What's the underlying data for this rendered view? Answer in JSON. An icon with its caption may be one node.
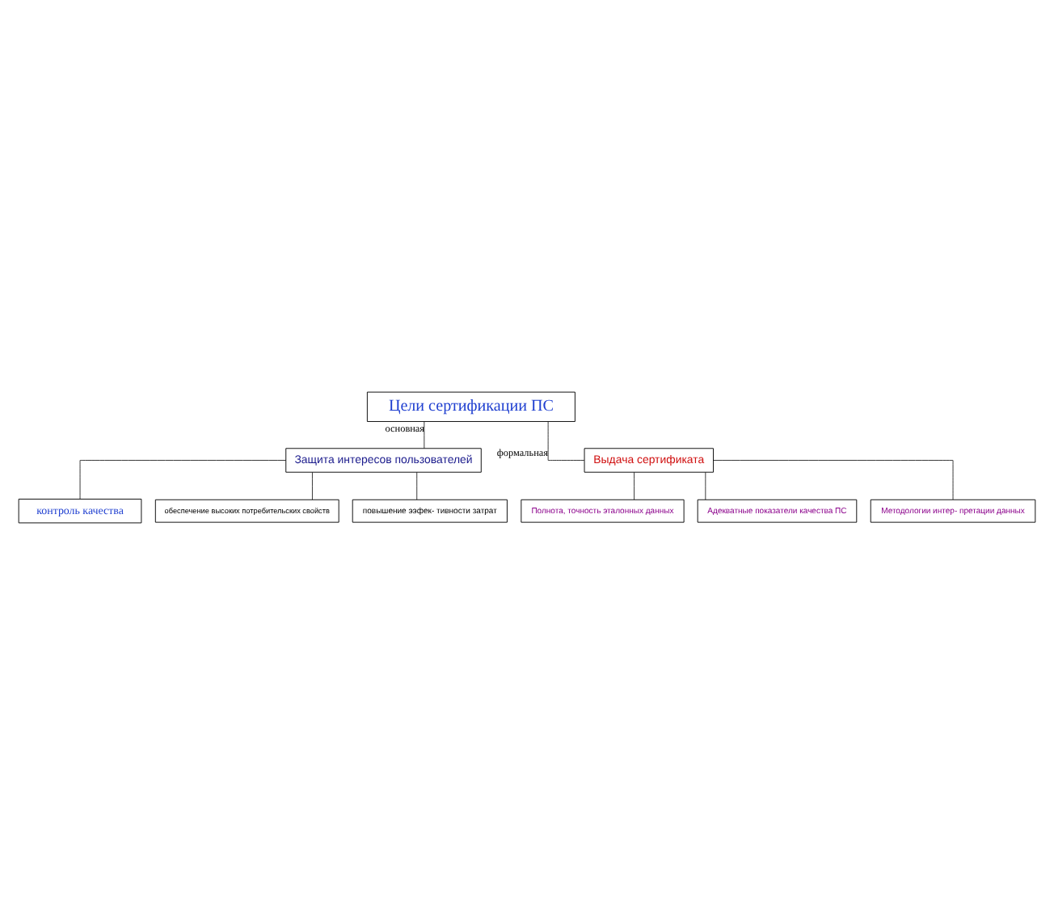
{
  "diagram": {
    "nodes": [
      {
        "text": [
          "Цели сертификации ПС"
        ]
      },
      {
        "text": [
          "Защита интересов пользователей"
        ]
      },
      {
        "text": [
          "Выдача сертификата"
        ]
      },
      {
        "text": [
          "контроль качества"
        ]
      },
      {
        "text": [
          "обеспечение высоких потребительских свойств"
        ]
      },
      {
        "text": [
          "повышение ээфек- тивности затрат"
        ]
      },
      {
        "text": [
          "Полнота, точность эталонных данных"
        ]
      },
      {
        "text": [
          "Адекватные показатели качества ПС"
        ]
      },
      {
        "text": [
          "Методологии интер- претации данных"
        ]
      }
    ],
    "edges": [
      {
        "from": 0,
        "to": 1,
        "arrow": "none",
        "label": "основная"
      },
      {
        "from": 0,
        "to": 2,
        "arrow": "none",
        "label": "формальная"
      },
      {
        "from": 1,
        "to": 3,
        "arrow": "none"
      },
      {
        "from": 1,
        "to": 4,
        "arrow": "none"
      },
      {
        "from": 1,
        "to": 5,
        "arrow": "none"
      },
      {
        "from": 2,
        "to": 6,
        "arrow": "none"
      },
      {
        "from": 2,
        "to": 7,
        "arrow": "none"
      },
      {
        "from": 2,
        "to": 8,
        "arrow": "none"
      }
    ]
  }
}
